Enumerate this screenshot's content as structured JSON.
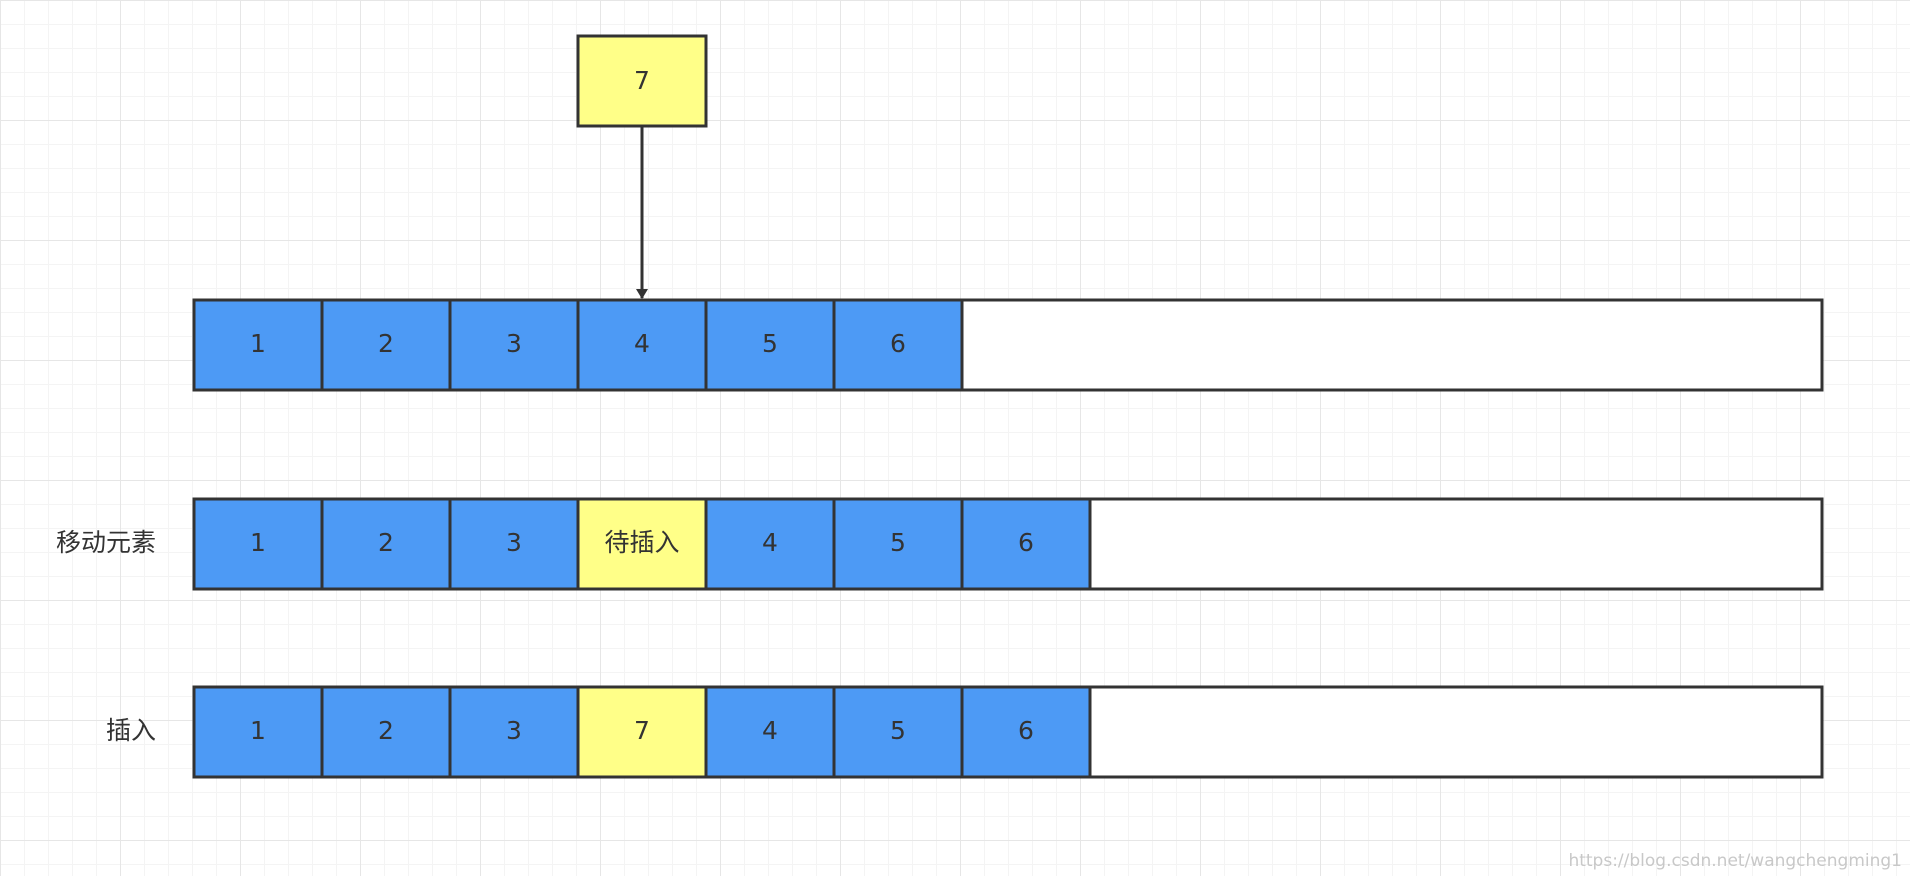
{
  "colors": {
    "filled_cell": "#4d9af5",
    "highlight_cell": "#ffff88",
    "empty_cell": "#ffffff",
    "stroke": "#333333",
    "text": "#333333"
  },
  "new_element": {
    "value": "7"
  },
  "rows": [
    {
      "label": "",
      "cells": [
        {
          "value": "1",
          "state": "filled"
        },
        {
          "value": "2",
          "state": "filled"
        },
        {
          "value": "3",
          "state": "filled"
        },
        {
          "value": "4",
          "state": "filled"
        },
        {
          "value": "5",
          "state": "filled"
        },
        {
          "value": "6",
          "state": "filled"
        }
      ]
    },
    {
      "label": "移动元素",
      "cells": [
        {
          "value": "1",
          "state": "filled"
        },
        {
          "value": "2",
          "state": "filled"
        },
        {
          "value": "3",
          "state": "filled"
        },
        {
          "value": "待插入",
          "state": "highlight"
        },
        {
          "value": "4",
          "state": "filled"
        },
        {
          "value": "5",
          "state": "filled"
        },
        {
          "value": "6",
          "state": "filled"
        }
      ]
    },
    {
      "label": "插入",
      "cells": [
        {
          "value": "1",
          "state": "filled"
        },
        {
          "value": "2",
          "state": "filled"
        },
        {
          "value": "3",
          "state": "filled"
        },
        {
          "value": "7",
          "state": "highlight"
        },
        {
          "value": "4",
          "state": "filled"
        },
        {
          "value": "5",
          "state": "filled"
        },
        {
          "value": "6",
          "state": "filled"
        }
      ]
    }
  ],
  "watermark": "https://blog.csdn.net/wangchengming1"
}
